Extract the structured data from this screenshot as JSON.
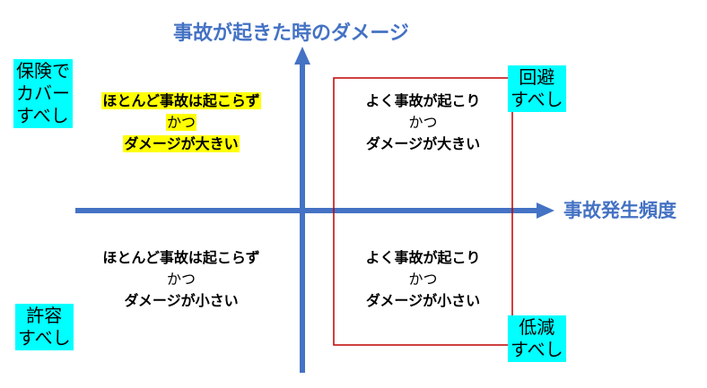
{
  "colors": {
    "axis": "#4472c4",
    "frame": "#c00000",
    "badge": "#00ffff",
    "highlight": "#ffff00"
  },
  "axes": {
    "y_label": "事故が起きた時のダメージ",
    "x_label": "事故発生頻度"
  },
  "quadrants": {
    "top_left": {
      "line1": "ほとんど事故は起こらず",
      "line2": "かつ",
      "line3": "ダメージが大きい"
    },
    "top_right": {
      "line1": "よく事故が起こり",
      "line2": "かつ",
      "line3": "ダメージが大きい"
    },
    "bottom_left": {
      "line1": "ほとんど事故は起こらず",
      "line2": "かつ",
      "line3": "ダメージが小さい"
    },
    "bottom_right": {
      "line1": "よく事故が起こり",
      "line2": "かつ",
      "line3": "ダメージが小さい"
    }
  },
  "badges": {
    "top_left": {
      "line1": "保険で",
      "line2": "カバー",
      "line3": "すべし"
    },
    "top_right": {
      "line1": "回避",
      "line2": "すべし"
    },
    "bottom_left": {
      "line1": "許容",
      "line2": "すべし"
    },
    "bottom_right": {
      "line1": "低減",
      "line2": "すべし"
    }
  }
}
